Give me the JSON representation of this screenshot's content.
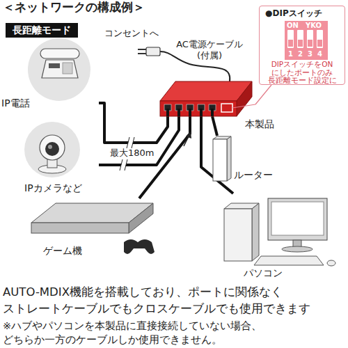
{
  "diagram": {
    "title": "＜ネットワークの構成例＞",
    "caption": "AUTO-MDIX機能を搭載しており、ポートに関係なく ストレートケーブルでもクロスケーブルでも使用できます",
    "nodes": [
      {
        "text": [
          "長距離モード"
        ]
      },
      {
        "text": [
          "●DIPスイッチ",
          "DIPスイッチをON にしたポートのみ 長距離モード設定に"
        ]
      },
      {
        "text": [
          "ON",
          "YKO",
          "1",
          "2",
          "3",
          "4"
        ],
        "in": 1
      },
      {
        "text": [
          "IP電話"
        ]
      },
      {
        "text": [
          "IPカメラなど"
        ]
      },
      {
        "text": [
          "本製品"
        ]
      },
      {
        "text": [
          "ルーター"
        ]
      },
      {
        "text": [
          "ゲーム機"
        ]
      },
      {
        "text": [
          "パソコン"
        ]
      }
    ],
    "edges": [
      {
        "from": 3,
        "to": 5,
        "arrow": "none"
      },
      {
        "from": 4,
        "to": 5,
        "arrow": "none"
      },
      {
        "from": 7,
        "to": 5,
        "arrow": "none"
      },
      {
        "from": 6,
        "to": 5,
        "arrow": "none"
      },
      {
        "from": 8,
        "to": 5,
        "arrow": "none"
      },
      {
        "from": 5,
        "to": 1,
        "arrow": "none"
      }
    ],
    "labels": [
      "コンセントへ",
      "AC電源ケーブル (付属)",
      "最大180m",
      "※ハブやパソコンを本製品に直接接続していない場合、 どちらか一方のケーブルしか使用できません。"
    ]
  }
}
